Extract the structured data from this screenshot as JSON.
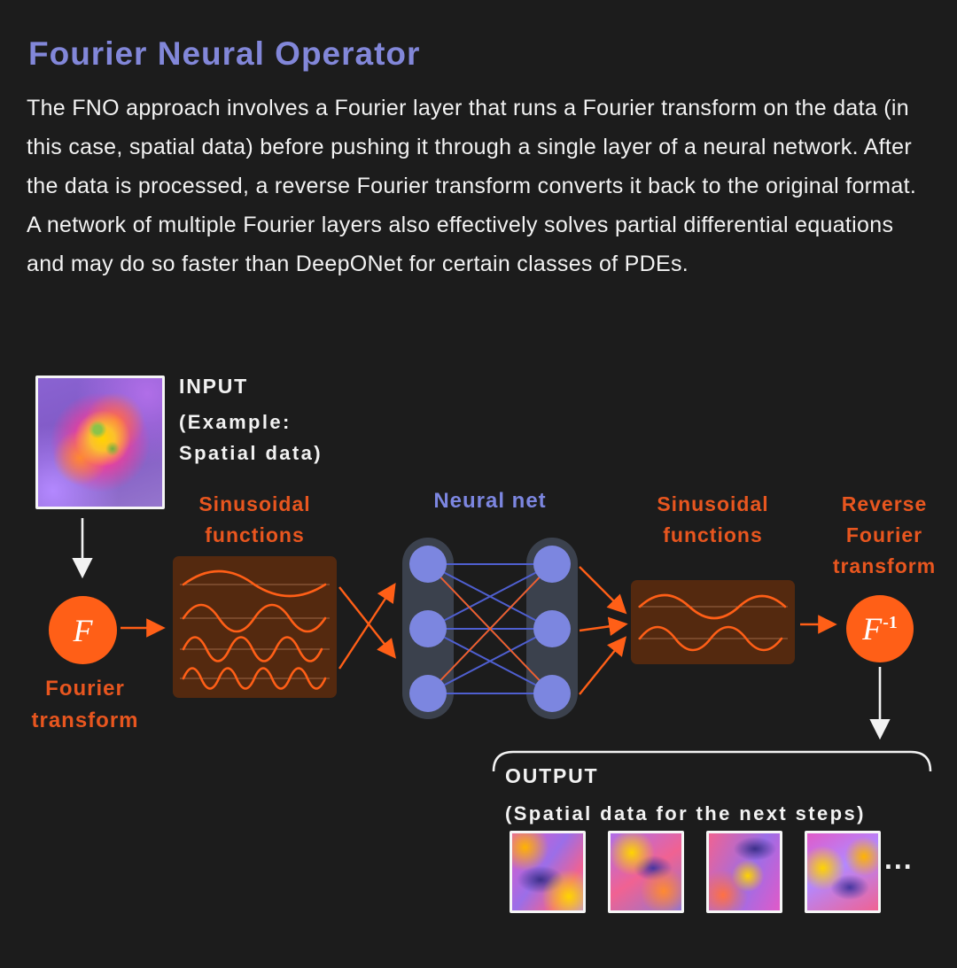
{
  "colors": {
    "background": "#1c1c1c",
    "title": "#8287d9",
    "body": "#f2f2f2",
    "orange": "#ff5f17",
    "orange_text": "#e8561f",
    "purple": "#7c86e0",
    "wave_box_bg": "#54290f",
    "node_pill": "#3b414d",
    "line_blue": "#4f5fd0"
  },
  "header": {
    "title": "Fourier Neural Operator",
    "paragraph": "The FNO approach involves a Fourier layer that runs a Fourier transform on the data (in this case, spatial data) before pushing it through a single layer of a neural network. After the data is processed, a reverse Fourier transform converts it back to the original format. A network of multiple Fourier layers also effectively solves partial differential equations and may do so faster than DeepONet for certain classes of PDEs."
  },
  "diagram": {
    "input": {
      "label": "INPUT",
      "sublabel": "(Example:\nSpatial data)"
    },
    "fourier": {
      "symbol": "F",
      "label": "Fourier\ntransform"
    },
    "sinusoidal1": {
      "label": "Sinusoidal\nfunctions"
    },
    "neural_net": {
      "label": "Neural net"
    },
    "sinusoidal2": {
      "label": "Sinusoidal\nfunctions"
    },
    "reverse_fourier": {
      "symbol_base": "F",
      "symbol_sup": "-1",
      "label": "Reverse\nFourier\ntransform"
    },
    "output": {
      "label": "OUTPUT",
      "sublabel": "(Spatial data for the next steps)",
      "ellipsis": "..."
    }
  }
}
